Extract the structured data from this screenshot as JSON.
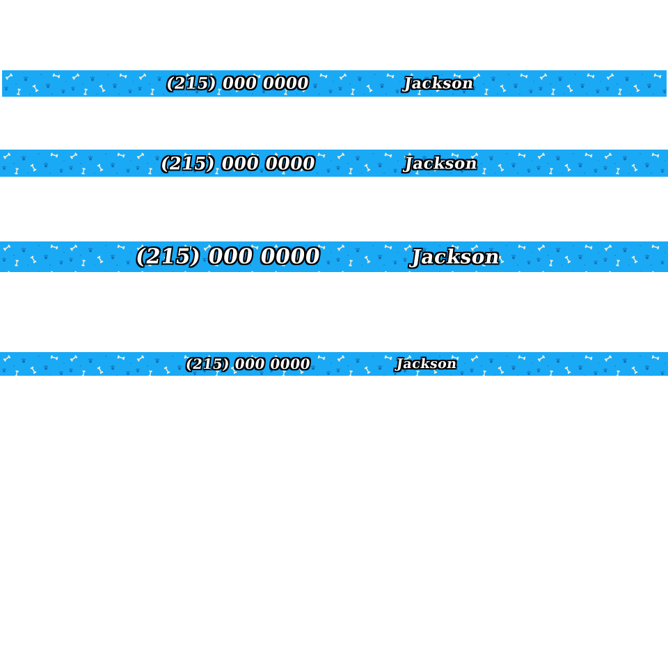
{
  "colors": {
    "strip_background": "#1aa9f5",
    "text": "#ffffff",
    "text_outline": "#000000",
    "bone_motif": "#f4f0d8",
    "paw_motif": "#0f6fb5"
  },
  "pattern_icons": [
    "bone-icon",
    "paw-print-icon"
  ],
  "strips": [
    {
      "phone": "(215) 000 0000",
      "name": "Jackson"
    },
    {
      "phone": "(215) 000 0000",
      "name": "Jackson"
    },
    {
      "phone": "(215) 000 0000",
      "name": "Jackson"
    },
    {
      "phone": "(215) 000 0000",
      "name": "Jackson"
    }
  ]
}
